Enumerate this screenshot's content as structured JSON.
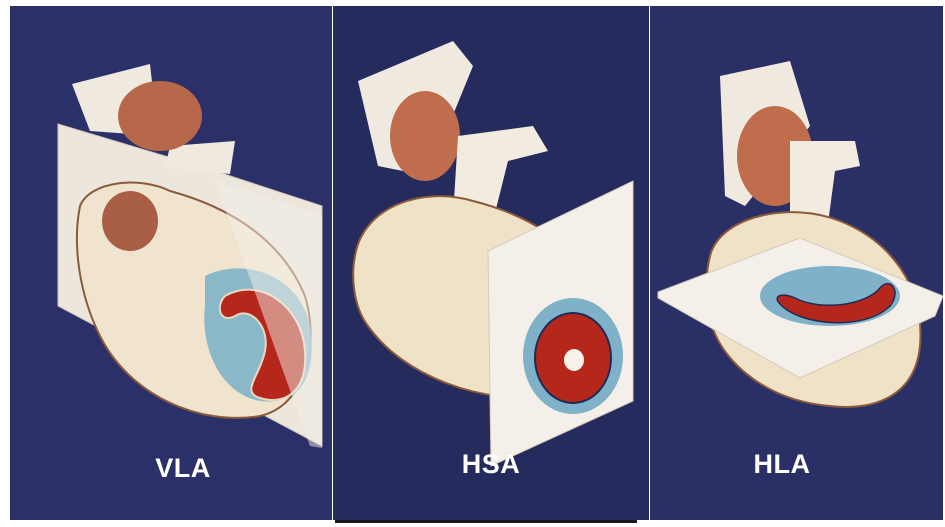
{
  "panels": [
    {
      "label": "VLA"
    },
    {
      "label": "HSA"
    },
    {
      "label": "HLA"
    }
  ],
  "colors": {
    "background": "#2a2f66",
    "myocardium": "#b5271b",
    "cavity_blue": "#6fa6c0",
    "plane": "#f3efe9"
  }
}
